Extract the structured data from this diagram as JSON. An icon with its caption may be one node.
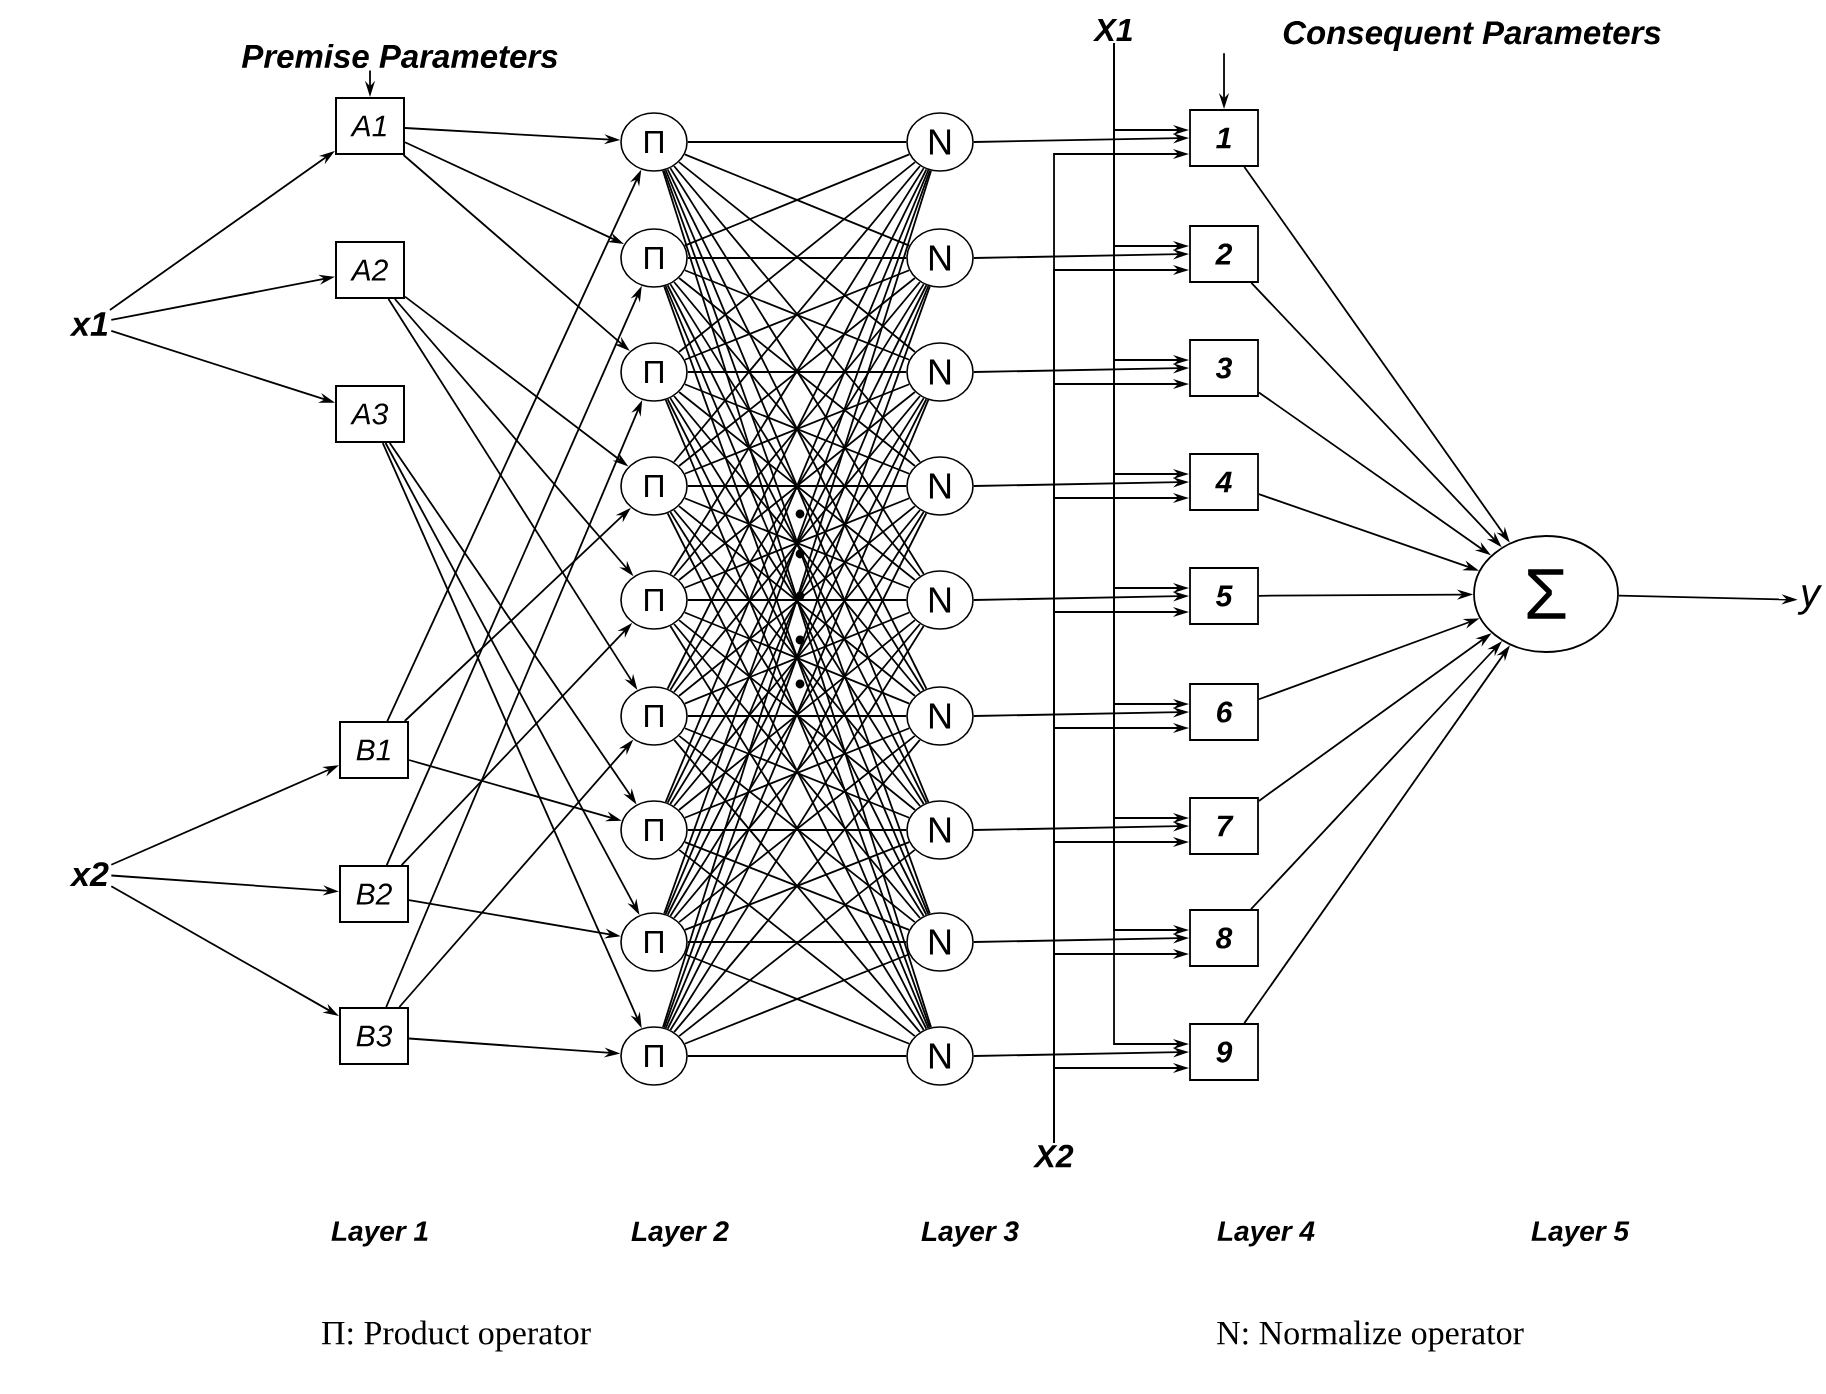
{
  "diagram": {
    "nodes": [
      {
        "text": [
          "Premise Parameters"
        ]
      },
      {
        "text": [
          "X1"
        ]
      },
      {
        "text": [
          "Consequent Parameters"
        ]
      },
      {
        "text": [
          "x1"
        ]
      },
      {
        "text": [
          "x2"
        ]
      },
      {
        "text": [
          "A1"
        ]
      },
      {
        "text": [
          "A2"
        ]
      },
      {
        "text": [
          "A3"
        ]
      },
      {
        "text": [
          "B1"
        ]
      },
      {
        "text": [
          "B2"
        ]
      },
      {
        "text": [
          "B3"
        ]
      },
      {
        "text": [
          "Π"
        ]
      },
      {
        "text": [
          "Π"
        ]
      },
      {
        "text": [
          "Π"
        ]
      },
      {
        "text": [
          "Π"
        ]
      },
      {
        "text": [
          "Π"
        ]
      },
      {
        "text": [
          "Π"
        ]
      },
      {
        "text": [
          "Π"
        ]
      },
      {
        "text": [
          "Π"
        ]
      },
      {
        "text": [
          "Π"
        ]
      },
      {
        "text": [
          "N"
        ]
      },
      {
        "text": [
          "N"
        ]
      },
      {
        "text": [
          "N"
        ]
      },
      {
        "text": [
          "N"
        ]
      },
      {
        "text": [
          "N"
        ]
      },
      {
        "text": [
          "N"
        ]
      },
      {
        "text": [
          "N"
        ]
      },
      {
        "text": [
          "N"
        ]
      },
      {
        "text": [
          "N"
        ]
      },
      {
        "text": [
          "1"
        ]
      },
      {
        "text": [
          "2"
        ]
      },
      {
        "text": [
          "3"
        ]
      },
      {
        "text": [
          "4"
        ]
      },
      {
        "text": [
          "5"
        ]
      },
      {
        "text": [
          "6"
        ]
      },
      {
        "text": [
          "7"
        ]
      },
      {
        "text": [
          "8"
        ]
      },
      {
        "text": [
          "9"
        ]
      },
      {
        "text": [
          "Σ"
        ]
      },
      {
        "text": [
          "y"
        ]
      },
      {
        "text": [
          "X2"
        ]
      }
    ],
    "edges": [
      {
        "from": 0,
        "to": 5,
        "arrow": "to"
      },
      {
        "from": 2,
        "to": 29,
        "arrow": "to"
      },
      {
        "from": 3,
        "to": 5,
        "arrow": "to"
      },
      {
        "from": 3,
        "to": 6,
        "arrow": "to"
      },
      {
        "from": 3,
        "to": 7,
        "arrow": "to"
      },
      {
        "from": 4,
        "to": 8,
        "arrow": "to"
      },
      {
        "from": 4,
        "to": 9,
        "arrow": "to"
      },
      {
        "from": 4,
        "to": 10,
        "arrow": "to"
      },
      {
        "from": 5,
        "to": 11,
        "arrow": "to"
      },
      {
        "from": 8,
        "to": 11,
        "arrow": "to"
      },
      {
        "from": 5,
        "to": 12,
        "arrow": "to"
      },
      {
        "from": 9,
        "to": 12,
        "arrow": "to"
      },
      {
        "from": 5,
        "to": 13,
        "arrow": "to"
      },
      {
        "from": 10,
        "to": 13,
        "arrow": "to"
      },
      {
        "from": 6,
        "to": 14,
        "arrow": "to"
      },
      {
        "from": 8,
        "to": 14,
        "arrow": "to"
      },
      {
        "from": 6,
        "to": 15,
        "arrow": "to"
      },
      {
        "from": 9,
        "to": 15,
        "arrow": "to"
      },
      {
        "from": 6,
        "to": 16,
        "arrow": "to"
      },
      {
        "from": 10,
        "to": 16,
        "arrow": "to"
      },
      {
        "from": 7,
        "to": 17,
        "arrow": "to"
      },
      {
        "from": 8,
        "to": 17,
        "arrow": "to"
      },
      {
        "from": 7,
        "to": 18,
        "arrow": "to"
      },
      {
        "from": 9,
        "to": 18,
        "arrow": "to"
      },
      {
        "from": 7,
        "to": 19,
        "arrow": "to"
      },
      {
        "from": 10,
        "to": 19,
        "arrow": "to"
      },
      {
        "from": 11,
        "to": 20,
        "arrow": "none"
      },
      {
        "from": 11,
        "to": 21,
        "arrow": "none"
      },
      {
        "from": 11,
        "to": 22,
        "arrow": "none"
      },
      {
        "from": 11,
        "to": 23,
        "arrow": "none"
      },
      {
        "from": 11,
        "to": 24,
        "arrow": "none"
      },
      {
        "from": 11,
        "to": 25,
        "arrow": "none"
      },
      {
        "from": 11,
        "to": 26,
        "arrow": "none"
      },
      {
        "from": 11,
        "to": 27,
        "arrow": "none"
      },
      {
        "from": 11,
        "to": 28,
        "arrow": "none"
      },
      {
        "from": 12,
        "to": 20,
        "arrow": "none"
      },
      {
        "from": 12,
        "to": 21,
        "arrow": "none"
      },
      {
        "from": 12,
        "to": 22,
        "arrow": "none"
      },
      {
        "from": 12,
        "to": 23,
        "arrow": "none"
      },
      {
        "from": 12,
        "to": 24,
        "arrow": "none"
      },
      {
        "from": 12,
        "to": 25,
        "arrow": "none"
      },
      {
        "from": 12,
        "to": 26,
        "arrow": "none"
      },
      {
        "from": 12,
        "to": 27,
        "arrow": "none"
      },
      {
        "from": 12,
        "to": 28,
        "arrow": "none"
      },
      {
        "from": 13,
        "to": 20,
        "arrow": "none"
      },
      {
        "from": 13,
        "to": 21,
        "arrow": "none"
      },
      {
        "from": 13,
        "to": 22,
        "arrow": "none"
      },
      {
        "from": 13,
        "to": 23,
        "arrow": "none"
      },
      {
        "from": 13,
        "to": 24,
        "arrow": "none"
      },
      {
        "from": 13,
        "to": 25,
        "arrow": "none"
      },
      {
        "from": 13,
        "to": 26,
        "arrow": "none"
      },
      {
        "from": 13,
        "to": 27,
        "arrow": "none"
      },
      {
        "from": 13,
        "to": 28,
        "arrow": "none"
      },
      {
        "from": 14,
        "to": 20,
        "arrow": "none"
      },
      {
        "from": 14,
        "to": 21,
        "arrow": "none"
      },
      {
        "from": 14,
        "to": 22,
        "arrow": "none"
      },
      {
        "from": 14,
        "to": 23,
        "arrow": "none"
      },
      {
        "from": 14,
        "to": 24,
        "arrow": "none"
      },
      {
        "from": 14,
        "to": 25,
        "arrow": "none"
      },
      {
        "from": 14,
        "to": 26,
        "arrow": "none"
      },
      {
        "from": 14,
        "to": 27,
        "arrow": "none"
      },
      {
        "from": 14,
        "to": 28,
        "arrow": "none"
      },
      {
        "from": 15,
        "to": 20,
        "arrow": "none"
      },
      {
        "from": 15,
        "to": 21,
        "arrow": "none"
      },
      {
        "from": 15,
        "to": 22,
        "arrow": "none"
      },
      {
        "from": 15,
        "to": 23,
        "arrow": "none"
      },
      {
        "from": 15,
        "to": 24,
        "arrow": "none"
      },
      {
        "from": 15,
        "to": 25,
        "arrow": "none"
      },
      {
        "from": 15,
        "to": 26,
        "arrow": "none"
      },
      {
        "from": 15,
        "to": 27,
        "arrow": "none"
      },
      {
        "from": 15,
        "to": 28,
        "arrow": "none"
      },
      {
        "from": 16,
        "to": 20,
        "arrow": "none"
      },
      {
        "from": 16,
        "to": 21,
        "arrow": "none"
      },
      {
        "from": 16,
        "to": 22,
        "arrow": "none"
      },
      {
        "from": 16,
        "to": 23,
        "arrow": "none"
      },
      {
        "from": 16,
        "to": 24,
        "arrow": "none"
      },
      {
        "from": 16,
        "to": 25,
        "arrow": "none"
      },
      {
        "from": 16,
        "to": 26,
        "arrow": "none"
      },
      {
        "from": 16,
        "to": 27,
        "arrow": "none"
      },
      {
        "from": 16,
        "to": 28,
        "arrow": "none"
      },
      {
        "from": 17,
        "to": 20,
        "arrow": "none"
      },
      {
        "from": 17,
        "to": 21,
        "arrow": "none"
      },
      {
        "from": 17,
        "to": 22,
        "arrow": "none"
      },
      {
        "from": 17,
        "to": 23,
        "arrow": "none"
      },
      {
        "from": 17,
        "to": 24,
        "arrow": "none"
      },
      {
        "from": 17,
        "to": 25,
        "arrow": "none"
      },
      {
        "from": 17,
        "to": 26,
        "arrow": "none"
      },
      {
        "from": 17,
        "to": 27,
        "arrow": "none"
      },
      {
        "from": 17,
        "to": 28,
        "arrow": "none"
      },
      {
        "from": 18,
        "to": 20,
        "arrow": "none"
      },
      {
        "from": 18,
        "to": 21,
        "arrow": "none"
      },
      {
        "from": 18,
        "to": 22,
        "arrow": "none"
      },
      {
        "from": 18,
        "to": 23,
        "arrow": "none"
      },
      {
        "from": 18,
        "to": 24,
        "arrow": "none"
      },
      {
        "from": 18,
        "to": 25,
        "arrow": "none"
      },
      {
        "from": 18,
        "to": 26,
        "arrow": "none"
      },
      {
        "from": 18,
        "to": 27,
        "arrow": "none"
      },
      {
        "from": 18,
        "to": 28,
        "arrow": "none"
      },
      {
        "from": 19,
        "to": 20,
        "arrow": "none"
      },
      {
        "from": 19,
        "to": 21,
        "arrow": "none"
      },
      {
        "from": 19,
        "to": 22,
        "arrow": "none"
      },
      {
        "from": 19,
        "to": 23,
        "arrow": "none"
      },
      {
        "from": 19,
        "to": 24,
        "arrow": "none"
      },
      {
        "from": 19,
        "to": 25,
        "arrow": "none"
      },
      {
        "from": 19,
        "to": 26,
        "arrow": "none"
      },
      {
        "from": 19,
        "to": 27,
        "arrow": "none"
      },
      {
        "from": 19,
        "to": 28,
        "arrow": "none"
      },
      {
        "from": 20,
        "to": 29,
        "arrow": "to"
      },
      {
        "from": 21,
        "to": 30,
        "arrow": "to"
      },
      {
        "from": 22,
        "to": 31,
        "arrow": "to"
      },
      {
        "from": 23,
        "to": 32,
        "arrow": "to"
      },
      {
        "from": 24,
        "to": 33,
        "arrow": "to"
      },
      {
        "from": 25,
        "to": 34,
        "arrow": "to"
      },
      {
        "from": 26,
        "to": 35,
        "arrow": "to"
      },
      {
        "from": 27,
        "to": 36,
        "arrow": "to"
      },
      {
        "from": 28,
        "to": 37,
        "arrow": "to"
      },
      {
        "from": 1,
        "to": 29,
        "arrow": "to"
      },
      {
        "from": 1,
        "to": 30,
        "arrow": "to"
      },
      {
        "from": 1,
        "to": 31,
        "arrow": "to"
      },
      {
        "from": 1,
        "to": 32,
        "arrow": "to"
      },
      {
        "from": 1,
        "to": 33,
        "arrow": "to"
      },
      {
        "from": 1,
        "to": 34,
        "arrow": "to"
      },
      {
        "from": 1,
        "to": 35,
        "arrow": "to"
      },
      {
        "from": 1,
        "to": 36,
        "arrow": "to"
      },
      {
        "from": 1,
        "to": 37,
        "arrow": "to"
      },
      {
        "from": 40,
        "to": 29,
        "arrow": "to"
      },
      {
        "from": 40,
        "to": 30,
        "arrow": "to"
      },
      {
        "from": 40,
        "to": 31,
        "arrow": "to"
      },
      {
        "from": 40,
        "to": 32,
        "arrow": "to"
      },
      {
        "from": 40,
        "to": 33,
        "arrow": "to"
      },
      {
        "from": 40,
        "to": 34,
        "arrow": "to"
      },
      {
        "from": 40,
        "to": 35,
        "arrow": "to"
      },
      {
        "from": 40,
        "to": 36,
        "arrow": "to"
      },
      {
        "from": 40,
        "to": 37,
        "arrow": "to"
      },
      {
        "from": 29,
        "to": 38,
        "arrow": "to"
      },
      {
        "from": 30,
        "to": 38,
        "arrow": "to"
      },
      {
        "from": 31,
        "to": 38,
        "arrow": "to"
      },
      {
        "from": 32,
        "to": 38,
        "arrow": "to"
      },
      {
        "from": 33,
        "to": 38,
        "arrow": "to"
      },
      {
        "from": 34,
        "to": 38,
        "arrow": "to"
      },
      {
        "from": 35,
        "to": 38,
        "arrow": "to"
      },
      {
        "from": 36,
        "to": 38,
        "arrow": "to"
      },
      {
        "from": 37,
        "to": 38,
        "arrow": "to"
      },
      {
        "from": 38,
        "to": 39,
        "arrow": "to"
      }
    ],
    "labels": [
      "Layer 1",
      "Layer 2",
      "Layer 3",
      "Layer 4",
      "Layer 5",
      "Π: Product operator",
      "N: Normalize operator"
    ]
  }
}
